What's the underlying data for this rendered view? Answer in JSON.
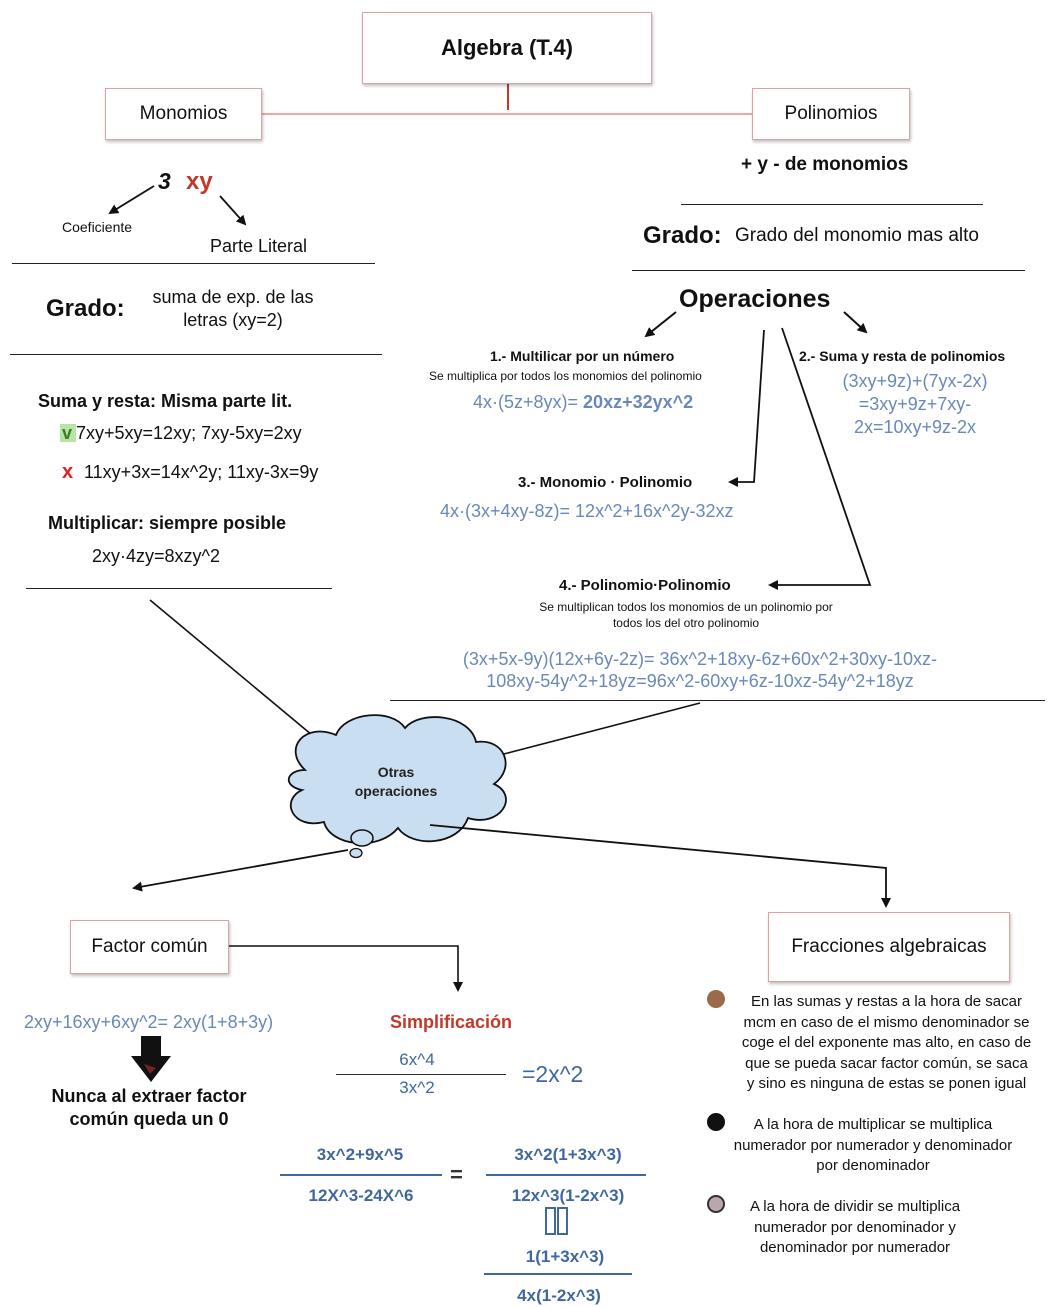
{
  "title": "Algebra (T.4)",
  "monomios": {
    "box": "Monomios",
    "coef_num": "3",
    "literal": "xy",
    "coef_label": "Coeficiente",
    "literal_label": "Parte Literal",
    "grado_label": "Grado:",
    "grado_text_1": "suma de exp. de las",
    "grado_text_2": "letras (xy=2)",
    "suma_title": "Suma y resta: Misma parte lit.",
    "check_mark": "v",
    "suma_ok": "7xy+5xy=12xy; 7xy-5xy=2xy",
    "cross_mark": "x",
    "suma_bad": "11xy+3x=14x^2y; 11xy-3x=9y",
    "mult_title": "Multiplicar: siempre posible",
    "mult_example": "2xy·4zy=8xzy^2"
  },
  "polinomios": {
    "box": "Polinomios",
    "subtitle": "+ y - de monomios",
    "grado_label": "Grado:",
    "grado_text": "Grado del monomio mas alto",
    "operaciones": "Operaciones",
    "op1_title": "1.- Multilicar por un número",
    "op1_desc": "Se multiplica por todos los monomios del polinomio",
    "op1_example_a": "4x·(5z+8yx)= ",
    "op1_example_b": "20xz+32yx^2",
    "op2_title": "2.- Suma y resta de polinomios",
    "op2_line1": "(3xy+9z)+(7yx-2x)",
    "op2_line2": "=3xy+9z+7xy-",
    "op2_line3": "2x=10xy+9z-2x",
    "op3_title": "3.- Monomio · Polinomio",
    "op3_example": "4x·(3x+4xy-8z)= 12x^2+16x^2y-32xz",
    "op4_title": "4.- Polinomio·Polinomio",
    "op4_desc_1": "Se multiplican todos los monomios de un polinomio por",
    "op4_desc_2": "todos los del otro polinomio",
    "op4_line1": "(3x+5x-9y)(12x+6y-2z)= 36x^2+18xy-6z+60x^2+30xy-10xz-",
    "op4_line2": "108xy-54y^2+18yz=96x^2-60xy+6z-10xz-54y^2+18yz"
  },
  "otras": {
    "cloud_line1": "Otras",
    "cloud_line2": "operaciones"
  },
  "factor": {
    "box": "Factor común",
    "example": "2xy+16xy+6xy^2= 2xy(1+8+3y)",
    "note_1": "Nunca al extraer factor",
    "note_2": "común queda un 0"
  },
  "simplificacion": {
    "title": "Simplificación",
    "f1_num": "6x^4",
    "f1_den": "3x^2",
    "f1_result": "=2x^2",
    "f2_num": "3x^2+9x^5",
    "f2_den": "12X^3-24X^6",
    "equals": "=",
    "f3_num": "3x^2(1+3x^3)",
    "f3_den": "12x^3(1-2x^3)",
    "f4_num": "1(1+3x^3)",
    "f4_den": "4x(1-2x^3)"
  },
  "fracciones": {
    "box": "Fracciones algebraicas",
    "b1": [
      "En las sumas y restas a la hora de sacar",
      "mcm en caso de el mismo denominador se",
      "coge el del exponente mas alto, en caso de",
      "que se pueda sacar factor común, se saca",
      "y sino es ninguna de estas se ponen igual"
    ],
    "b2": [
      "A la hora de multiplicar se multiplica",
      "numerador por numerador y denominador",
      "por denominador"
    ],
    "b3": [
      "A la hora de dividir se multiplica",
      "numerador por denominador y",
      "denominador por numerador"
    ]
  },
  "colors": {
    "accent_red": "#c0392b",
    "blue_text": "#6a88b8",
    "dark_blue": "#3f67a0",
    "cloud_fill": "#c9def1",
    "box_border": "#d9a3a3",
    "connector_red": "#e88a8a"
  }
}
